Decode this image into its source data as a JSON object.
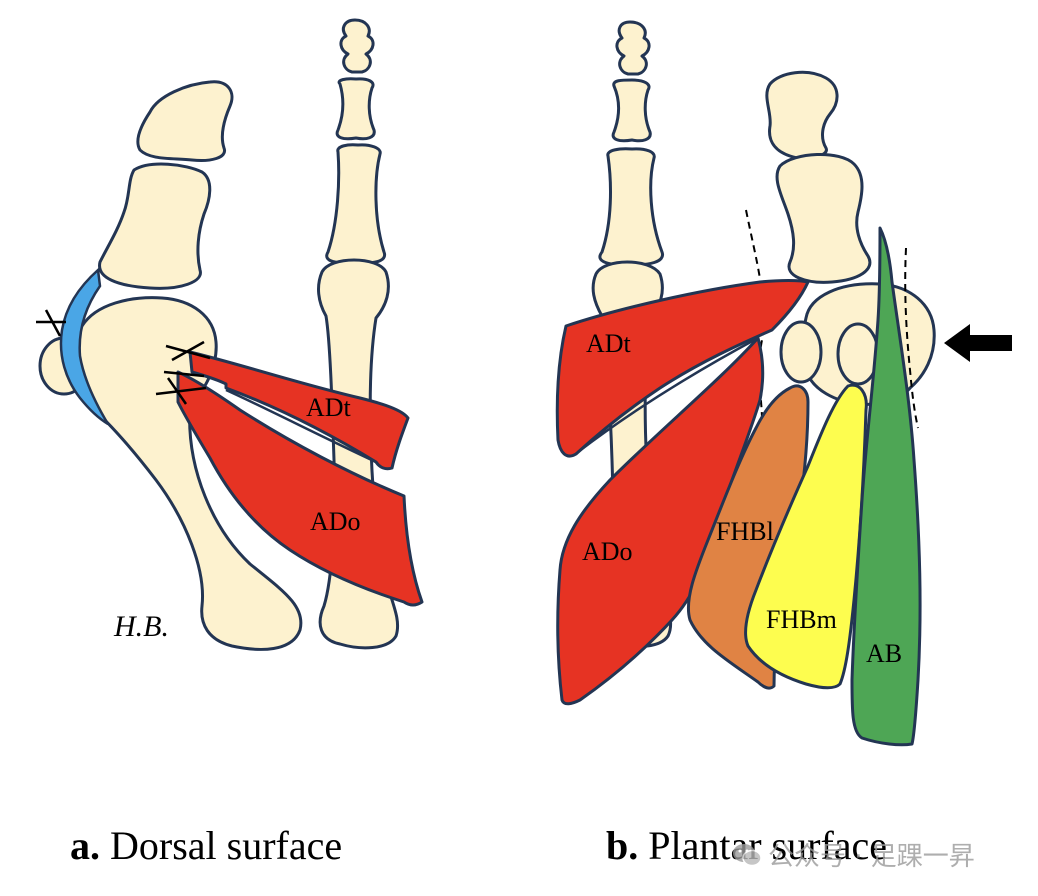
{
  "panels": {
    "dorsal": {
      "labels": {
        "adt": "ADt",
        "ado": "ADo",
        "initials": "H.B."
      },
      "caption_letter": "a.",
      "caption_text": "Dorsal surface"
    },
    "plantar": {
      "labels": {
        "adt": "ADt",
        "ado": "ADo",
        "fhbl": "FHBl",
        "fhbm": "FHBm",
        "ab": "AB"
      },
      "caption_letter": "b.",
      "caption_text": "Plantar surface"
    }
  },
  "watermark": {
    "text": "公众号 · 足踝一昇",
    "icon": "wechat-icon"
  },
  "colors": {
    "bone": "#fdf2cf",
    "outline": "#233553",
    "adductor": "#e63323",
    "fhb_lateral": "#e08344",
    "fhb_medial": "#fdfd4f",
    "abductor": "#4ea655",
    "ligament": "#4aa6e6"
  }
}
